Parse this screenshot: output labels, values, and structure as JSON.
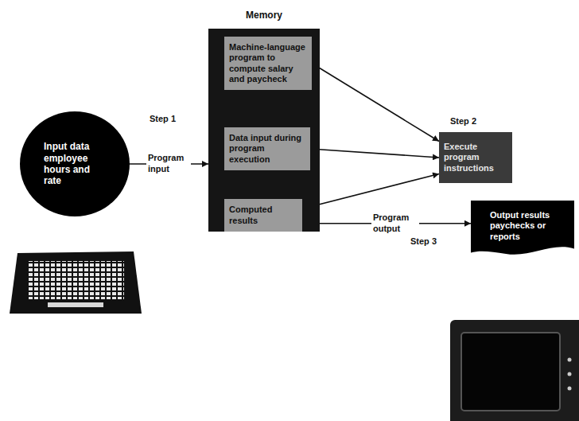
{
  "diagram": {
    "nodes": [
      {
        "text": [
          "Memory"
        ]
      },
      {
        "text": [
          "Machine-language program to compute salary and paycheck"
        ],
        "in": 0
      },
      {
        "text": [
          "Data input during program execution"
        ],
        "in": 0
      },
      {
        "text": [
          "Computed results"
        ],
        "in": 0
      },
      {
        "text": [
          "Input data employee hours and rate"
        ]
      },
      {
        "text": [
          "Execute program instructions"
        ]
      },
      {
        "text": [
          "Output results paychecks or reports"
        ]
      }
    ],
    "edges": [
      {
        "from": 4,
        "to": 0,
        "label": "Program input",
        "arrow": "to"
      },
      {
        "from": 1,
        "to": 5,
        "arrow": "to"
      },
      {
        "from": 2,
        "to": 5,
        "arrow": "to"
      },
      {
        "from": 3,
        "to": 5,
        "arrow": "to"
      },
      {
        "from": 3,
        "to": 6,
        "label": "Program output",
        "arrow": "to"
      }
    ],
    "labels": [
      "Step 1",
      "Step 2",
      "Step 3"
    ]
  }
}
